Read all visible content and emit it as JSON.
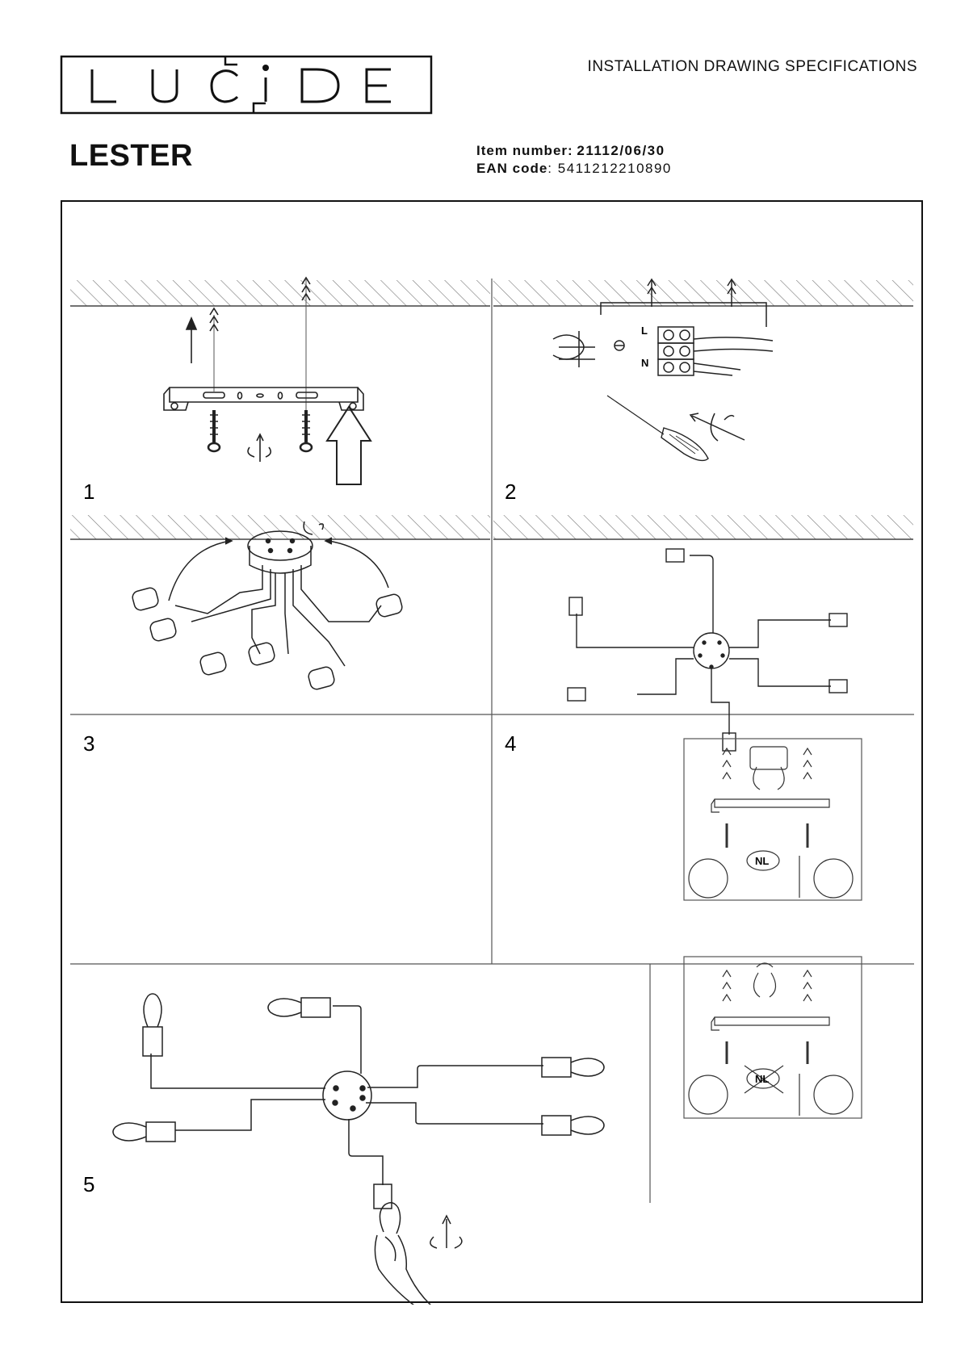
{
  "brand": {
    "logo_text": "LUCIDE"
  },
  "header": {
    "doc_title": "INSTALLATION DRAWING SPECIFICATIONS"
  },
  "product": {
    "name": "LESTER",
    "item_label": "Item number:",
    "item_value": "21112/06/30",
    "ean_label": "EAN code",
    "ean_value": ": 5411212210890"
  },
  "steps": [
    {
      "number": "1"
    },
    {
      "number": "2"
    },
    {
      "number": "3"
    },
    {
      "number": "4"
    },
    {
      "number": "5"
    }
  ],
  "wiring_labels": {
    "live": "L",
    "neutral": "N"
  },
  "side_panels": [
    {
      "badge": "NL",
      "crossed": false
    },
    {
      "badge": "NL",
      "crossed": true
    }
  ],
  "icons": [
    "hatched-ceiling",
    "arrow-up-icon",
    "screw-icon",
    "wall-plug-icon",
    "rotate-icon",
    "screwdriver-icon",
    "terminal-block-icon",
    "earth-symbol-icon",
    "bulb-icon",
    "hand-icon"
  ]
}
